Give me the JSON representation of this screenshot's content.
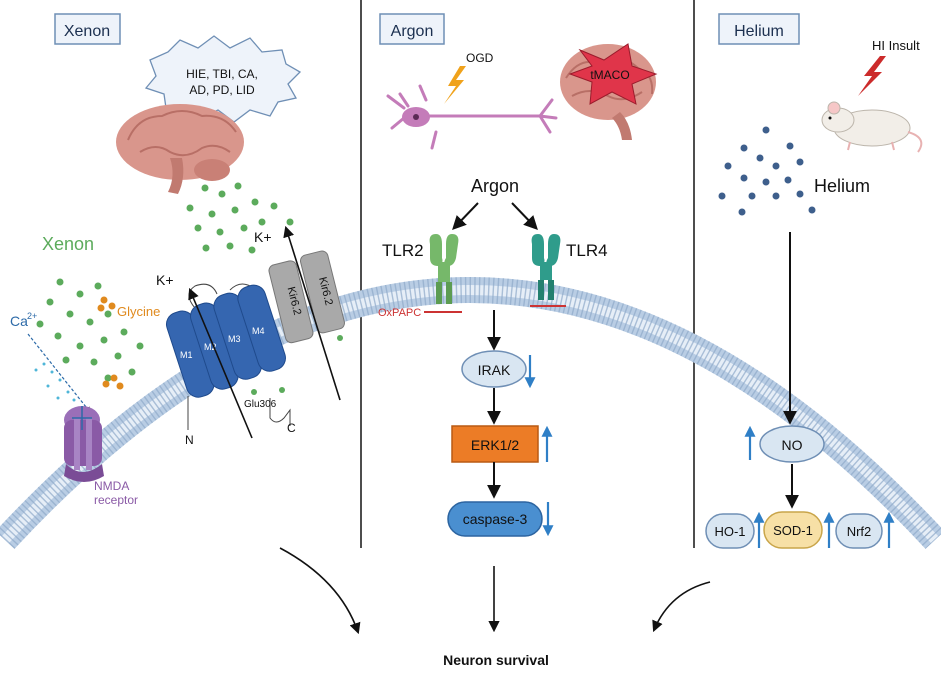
{
  "panels": {
    "xenon": {
      "title": "Xenon"
    },
    "argon": {
      "title": "Argon"
    },
    "helium": {
      "title": "Helium"
    }
  },
  "xenon": {
    "diseases": "HIE, TBI, CA,",
    "diseases_line2": "AD, PD, LID",
    "xenon_label": "Xenon",
    "glycine_label": "Glycine",
    "calcium_label": "Ca",
    "calcium_sup": "2+",
    "potassium_label_1": "K+",
    "potassium_label_2": "K+",
    "kir_label_1": "Kir6.2",
    "kir_label_2": "Kir6.2",
    "segments": [
      "M1",
      "M2",
      "M3",
      "M4"
    ],
    "glu_label": "Glu306",
    "n_term": "N",
    "c_term": "C",
    "nmda_line1": "NMDA",
    "nmda_line2": "receptor"
  },
  "argon": {
    "ogd_label": "OGD",
    "tmaco_label": "tMACO",
    "argon_label": "Argon",
    "tlr2_label": "TLR2",
    "tlr4_label": "TLR4",
    "oxpapc_label": "OxPAPC",
    "irak_label": "IRAK",
    "erk_label": "ERK1/2",
    "caspase_label": "caspase-3"
  },
  "helium": {
    "hi_label": "HI Insult",
    "helium_label": "Helium",
    "no_label": "NO",
    "ho1_label": "HO-1",
    "sod1_label": "SOD-1",
    "nrf2_label": "Nrf2"
  },
  "footer": {
    "outcome": "Neuron survival"
  },
  "colors": {
    "membrane": "#c9d8ea",
    "xenon_green": "#5cab5c",
    "glycine_orange": "#e08a1e",
    "nmda_purple": "#8a5aa6",
    "segment_blue": "#3566b0",
    "kir_gray": "#a9a9a9",
    "tlr2_green": "#76b86a",
    "tlr4_teal": "#2f9c8b",
    "erk_orange": "#ec7c26",
    "caspase_blue": "#4a8fd0",
    "node_fill": "#d9e6f2",
    "helium_dot": "#3e5f8c",
    "arrow_blue": "#2f7fc6",
    "oxpapc_red": "#c33"
  }
}
